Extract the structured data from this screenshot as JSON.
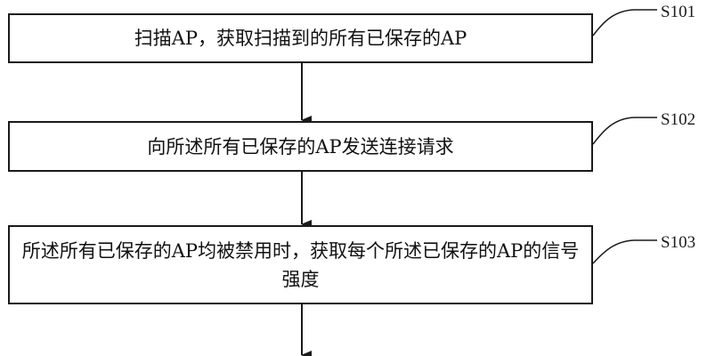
{
  "steps": [
    {
      "id": "S101",
      "text": "扫描AP，获取扫描到的所有已保存的AP"
    },
    {
      "id": "S102",
      "text": "向所述所有已保存的AP发送连接请求"
    },
    {
      "id": "S103",
      "text": "所述所有已保存的AP均被禁用时，获取每个所述已保存的AP的信号强度"
    }
  ]
}
